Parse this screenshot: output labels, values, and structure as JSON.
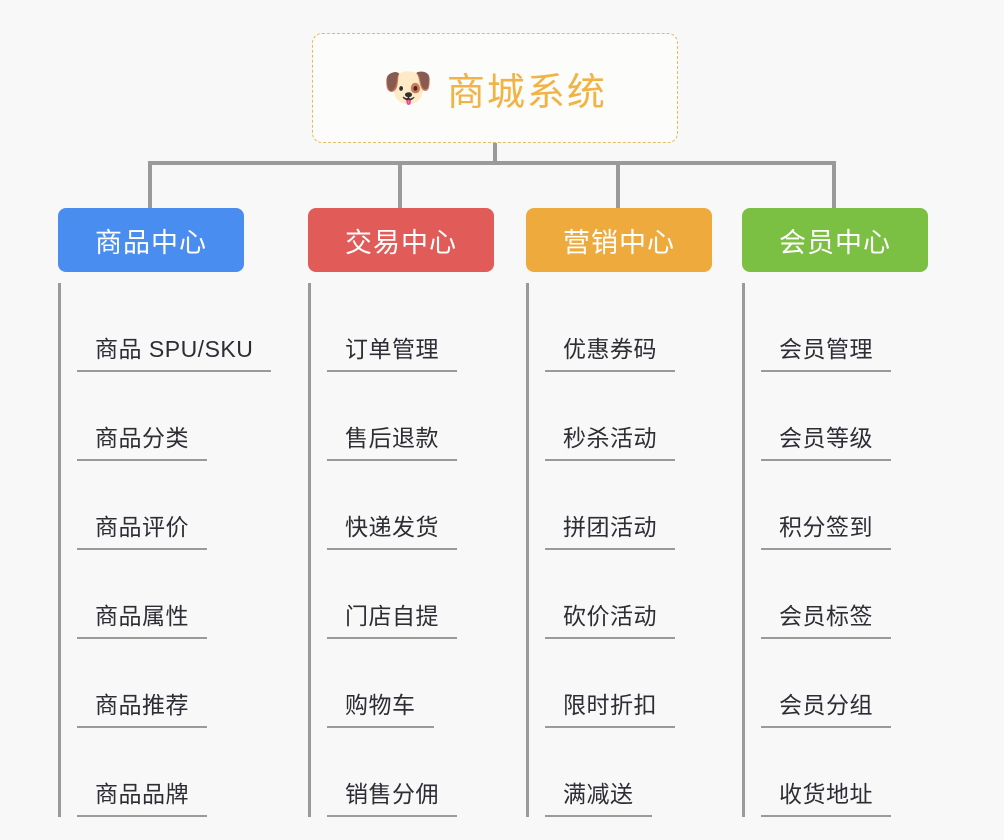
{
  "canvas": {
    "background": "#f8f8f8",
    "connector_color": "#9a9a9a"
  },
  "root": {
    "icon": "shiba-dog-face-emoji",
    "emoji": "🐶",
    "title": "商城系统",
    "text_color": "#f0b344",
    "border_color": "#e8b960"
  },
  "columns": [
    {
      "header": "商品中心",
      "color": "#4a8df0",
      "items": [
        "商品 SPU/SKU",
        "商品分类",
        "商品评价",
        "商品属性",
        "商品推荐",
        "商品品牌"
      ]
    },
    {
      "header": "交易中心",
      "color": "#e15b58",
      "items": [
        "订单管理",
        "售后退款",
        "快递发货",
        "门店自提",
        "购物车",
        "销售分佣"
      ]
    },
    {
      "header": "营销中心",
      "color": "#eeaa3c",
      "items": [
        "优惠券码",
        "秒杀活动",
        "拼团活动",
        "砍价活动",
        "限时折扣",
        "满减送"
      ]
    },
    {
      "header": "会员中心",
      "color": "#7bc043",
      "items": [
        "会员管理",
        "会员等级",
        "积分签到",
        "会员标签",
        "会员分组",
        "收货地址"
      ]
    }
  ]
}
